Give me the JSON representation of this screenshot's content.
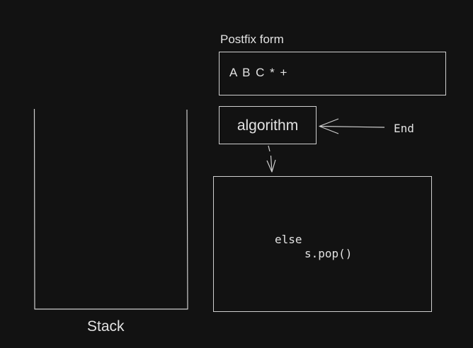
{
  "postfix": {
    "label": "Postfix form",
    "expression": "A B C * +"
  },
  "algorithm": {
    "label": "algorithm"
  },
  "end": {
    "label": "End"
  },
  "code": {
    "line1": "else",
    "line2": "s.pop()"
  },
  "stack": {
    "label": "Stack"
  },
  "colors": {
    "background": "#121212",
    "stroke": "#cfcfcf",
    "text": "#e2e2e2"
  }
}
